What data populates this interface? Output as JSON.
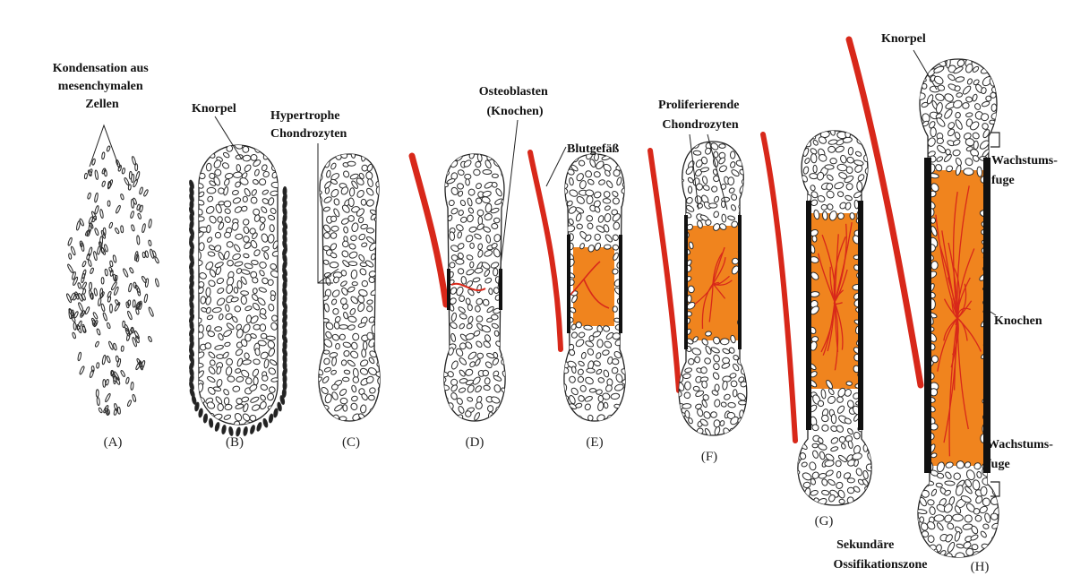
{
  "colors": {
    "outline": "#1a1a1a",
    "cell": "#2a2a2a",
    "vessel": "#d8281a",
    "marrow": "#f0841e",
    "marrow_light": "#f6b23a",
    "cortex": "#101010",
    "background": "#ffffff"
  },
  "stages": [
    {
      "caption": "(A)",
      "kind": "mesenchyme"
    },
    {
      "caption": "(B)",
      "kind": "cartilage-perichondrium"
    },
    {
      "caption": "(C)",
      "kind": "hypertrophy"
    },
    {
      "caption": "(D)",
      "kind": "collar-vessel"
    },
    {
      "caption": "(E)",
      "kind": "primary-ossification"
    },
    {
      "caption": "(F)",
      "kind": "expanding-ossification"
    },
    {
      "caption": "(G)",
      "kind": "marrow-cavity"
    },
    {
      "caption": "(H)",
      "kind": "mature-bone"
    }
  ],
  "labels": {
    "kondensation": [
      "Kondensation aus",
      "mesenchymalen",
      "Zellen"
    ],
    "knorpel_b": "Knorpel",
    "hypertrophe": [
      "Hypertrophe",
      "Chondrozyten"
    ],
    "osteoblasten": [
      "Osteoblasten",
      "(Knochen)"
    ],
    "blutgefaess": "Blutgefäß",
    "proliferierende": [
      "Proliferierende",
      "Chondrozyten"
    ],
    "knorpel_h": "Knorpel",
    "wachstumsfuge_top": [
      "Wachstums-",
      "fuge"
    ],
    "knochen": "Knochen",
    "wachstumsfuge_bottom": [
      "Wachstums-",
      "fuge"
    ],
    "sekundaere": [
      "Sekundäre",
      "Ossifikationszone"
    ]
  }
}
